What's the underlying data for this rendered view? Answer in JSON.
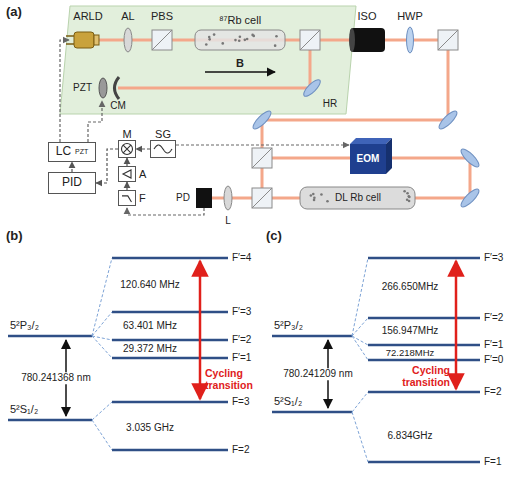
{
  "diagram": {
    "nodes": [
      {
        "text": [
          "LC",
          "PZT"
        ]
      },
      {
        "text": [
          "PID"
        ]
      },
      {
        "text": [
          "M"
        ]
      },
      {
        "text": [
          "SG"
        ]
      },
      {
        "text": [
          "A"
        ]
      },
      {
        "text": [
          "F"
        ]
      }
    ],
    "edges": [
      {
        "from": 5,
        "to": 4,
        "arrow": "to"
      },
      {
        "from": 4,
        "to": 2,
        "arrow": "to"
      },
      {
        "from": 3,
        "to": 2,
        "arrow": "to"
      },
      {
        "from": 2,
        "to": 1,
        "arrow": "to"
      },
      {
        "from": 1,
        "to": 0,
        "arrow": "to"
      }
    ],
    "labels": [
      "(a)",
      "ARLD",
      "AL",
      "PBS",
      "⁸⁷Rb cell",
      "ISO",
      "HWP",
      "B",
      "PZT",
      "CM",
      "HR",
      "EOM",
      "DL Rb cell",
      "PD",
      "L",
      "(b)",
      "5²P₃/₂",
      "F′=4",
      "F′=3",
      "F′=2",
      "F′=1",
      "120.640 MHz",
      "63.401 MHz",
      "29.372 MHz",
      "780.241368 nm",
      "Cycling transition",
      "5²S₁/₂",
      "F=3",
      "F=2",
      "3.035 GHz",
      "(c)",
      "5²P₃/₂",
      "F′=3",
      "F′=2",
      "F′=1",
      "F′=0",
      "266.650MHz",
      "156.947MHz",
      "72.218MHz",
      "780.241209 nm",
      "Cycling transition",
      "5²S₁/₂",
      "F=2",
      "F=1",
      "6.834GHz"
    ]
  }
}
